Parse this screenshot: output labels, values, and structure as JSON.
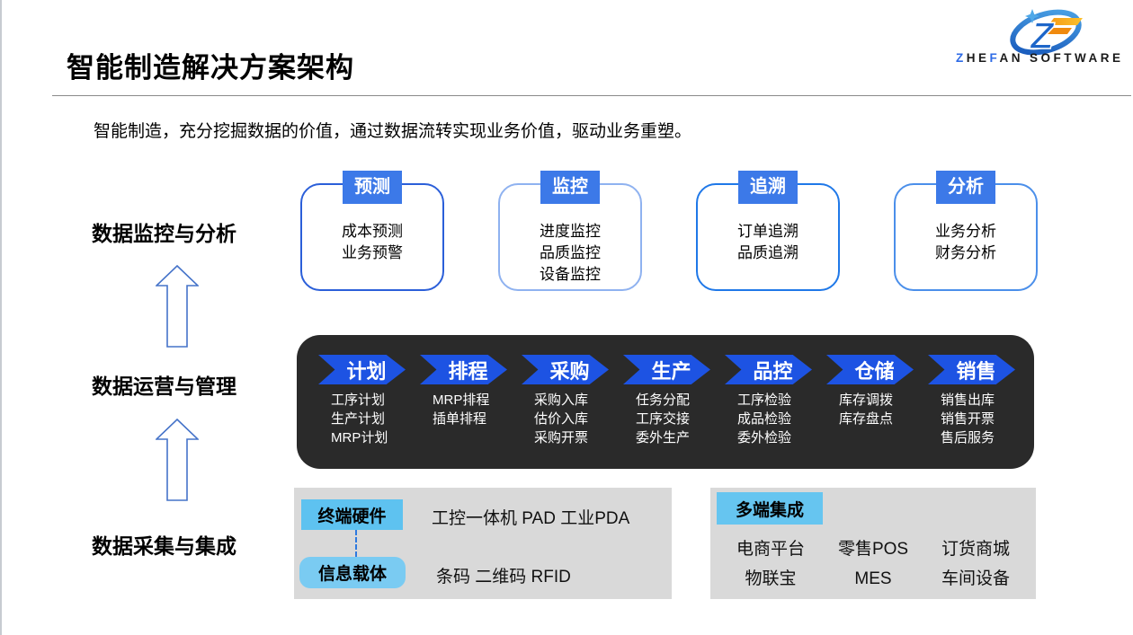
{
  "slide": {
    "title": "智能制造解决方案架构",
    "subtitle": "智能制造，充分挖掘数据的价值，通过数据流转实现业务价值，驱动业务重塑。"
  },
  "logo": {
    "mark": "Z",
    "brand_parts": [
      "Z",
      "HE",
      "F",
      "AN",
      "SOFTWARE"
    ]
  },
  "row_labels": [
    "数据监控与分析",
    "数据运营与管理",
    "数据采集与集成"
  ],
  "analysis_boxes": [
    {
      "tab": "预测",
      "items": [
        "成本预测",
        "业务预警"
      ]
    },
    {
      "tab": "监控",
      "items": [
        "进度监控",
        "品质监控",
        "设备监控"
      ]
    },
    {
      "tab": "追溯",
      "items": [
        "订单追溯",
        "品质追溯"
      ]
    },
    {
      "tab": "分析",
      "items": [
        "业务分析",
        "财务分析"
      ]
    }
  ],
  "process": {
    "stages": [
      {
        "name": "计划",
        "items": [
          "工序计划",
          "生产计划",
          "MRP计划"
        ]
      },
      {
        "name": "排程",
        "items": [
          "MRP排程",
          "插单排程"
        ]
      },
      {
        "name": "采购",
        "items": [
          "采购入库",
          "估价入库",
          "采购开票"
        ]
      },
      {
        "name": "生产",
        "items": [
          "任务分配",
          "工序交接",
          "委外生产"
        ]
      },
      {
        "name": "品控",
        "items": [
          "工序检验",
          "成品检验",
          "委外检验"
        ]
      },
      {
        "name": "仓储",
        "items": [
          "库存调拨",
          "库存盘点"
        ]
      },
      {
        "name": "销售",
        "items": [
          "销售出库",
          "销售开票",
          "售后服务"
        ]
      }
    ]
  },
  "collect_left": {
    "hardware_label": "终端硬件",
    "hardware_items": "工控一体机  PAD  工业PDA",
    "carrier_label": "信息载体",
    "carrier_items": "条码  二维码  RFID"
  },
  "collect_right": {
    "label": "多端集成",
    "items": [
      [
        "电商平台",
        "零售POS",
        "订货商城"
      ],
      [
        "物联宝",
        "MES",
        "车间设备"
      ]
    ]
  },
  "colors": {
    "tab_blue": "#3C79E8",
    "chevron_blue": "#1D53E3",
    "band_dark": "#2A2A2A",
    "label_sky": "#5EC2F0",
    "panel_gray": "#D9D9D9",
    "arrow_stroke": "#4573C9"
  }
}
